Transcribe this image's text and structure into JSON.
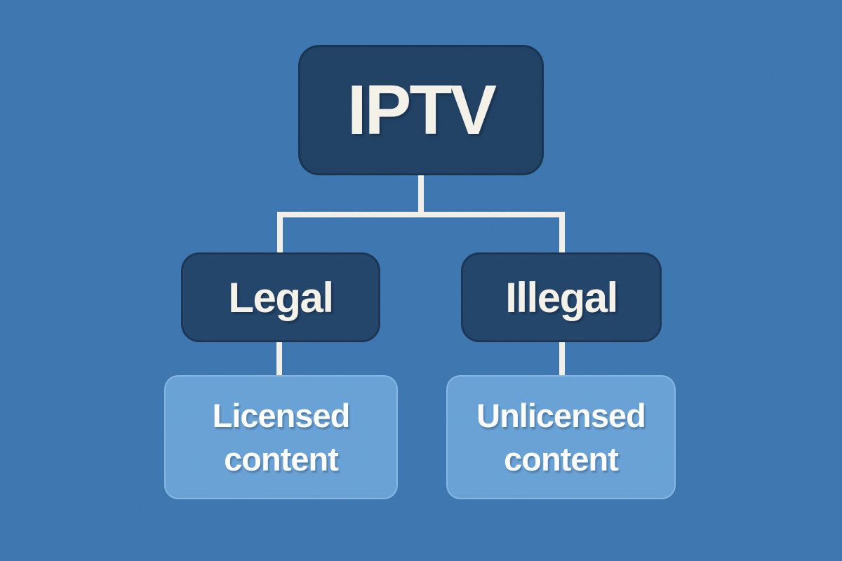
{
  "colors": {
    "background": "#3a74ae",
    "node_dark": "#1d3e61",
    "node_mid": "#1f4268",
    "node_light": "#66a0d5",
    "line": "#f2efe7",
    "text_cream": "#f4f1e7",
    "text_white": "#fcfcfc"
  },
  "diagram": {
    "root": {
      "label": "IPTV"
    },
    "children": [
      {
        "id": "legal",
        "label": "Legal",
        "child": {
          "label": "Licensed content"
        }
      },
      {
        "id": "illegal",
        "label": "Illegal",
        "child": {
          "label": "Unlicensed content"
        }
      }
    ]
  }
}
